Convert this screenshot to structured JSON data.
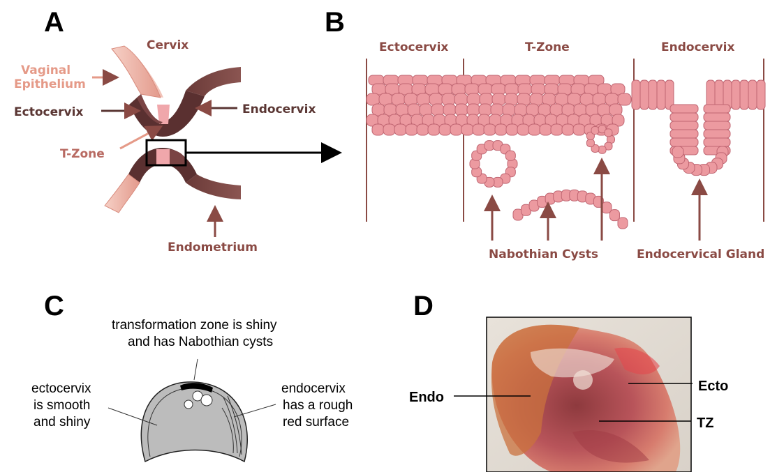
{
  "panels": {
    "a": {
      "letter": "A",
      "title": "Cervix",
      "vaginal_epithelium_line1": "Vaginal",
      "vaginal_epithelium_line2": "Epithelium",
      "ectocervix": "Ectocervix",
      "endocervix": "Endocervix",
      "t_zone": "T-Zone",
      "endometrium": "Endometrium"
    },
    "b": {
      "letter": "B",
      "ectocervix": "Ectocervix",
      "t_zone": "T-Zone",
      "endocervix": "Endocervix",
      "nabothian_cysts": "Nabothian Cysts",
      "endocervical_gland": "Endocervical Gland"
    },
    "c": {
      "letter": "C",
      "tz_line1": "transformation zone is shiny",
      "tz_line2": "and has Nabothian cysts",
      "ecto_line1": "ectocervix",
      "ecto_line2": "is smooth",
      "ecto_line3": "and shiny",
      "endo_line1": "endocervix",
      "endo_line2": "has a rough",
      "endo_line3": "red surface"
    },
    "d": {
      "letter": "D",
      "endo": "Endo",
      "ecto": "Ecto",
      "tz": "TZ"
    }
  },
  "colors": {
    "label_brown": "#8a4a44",
    "dark_brown": "#5a3633",
    "light_pink": "#e9a596",
    "cell_pink": "#ec9aa0",
    "cell_stroke": "#c06672",
    "arrow": "#8a4a44",
    "tissue_dark": "#5c2c30",
    "tissue_light": "#e07e86"
  }
}
